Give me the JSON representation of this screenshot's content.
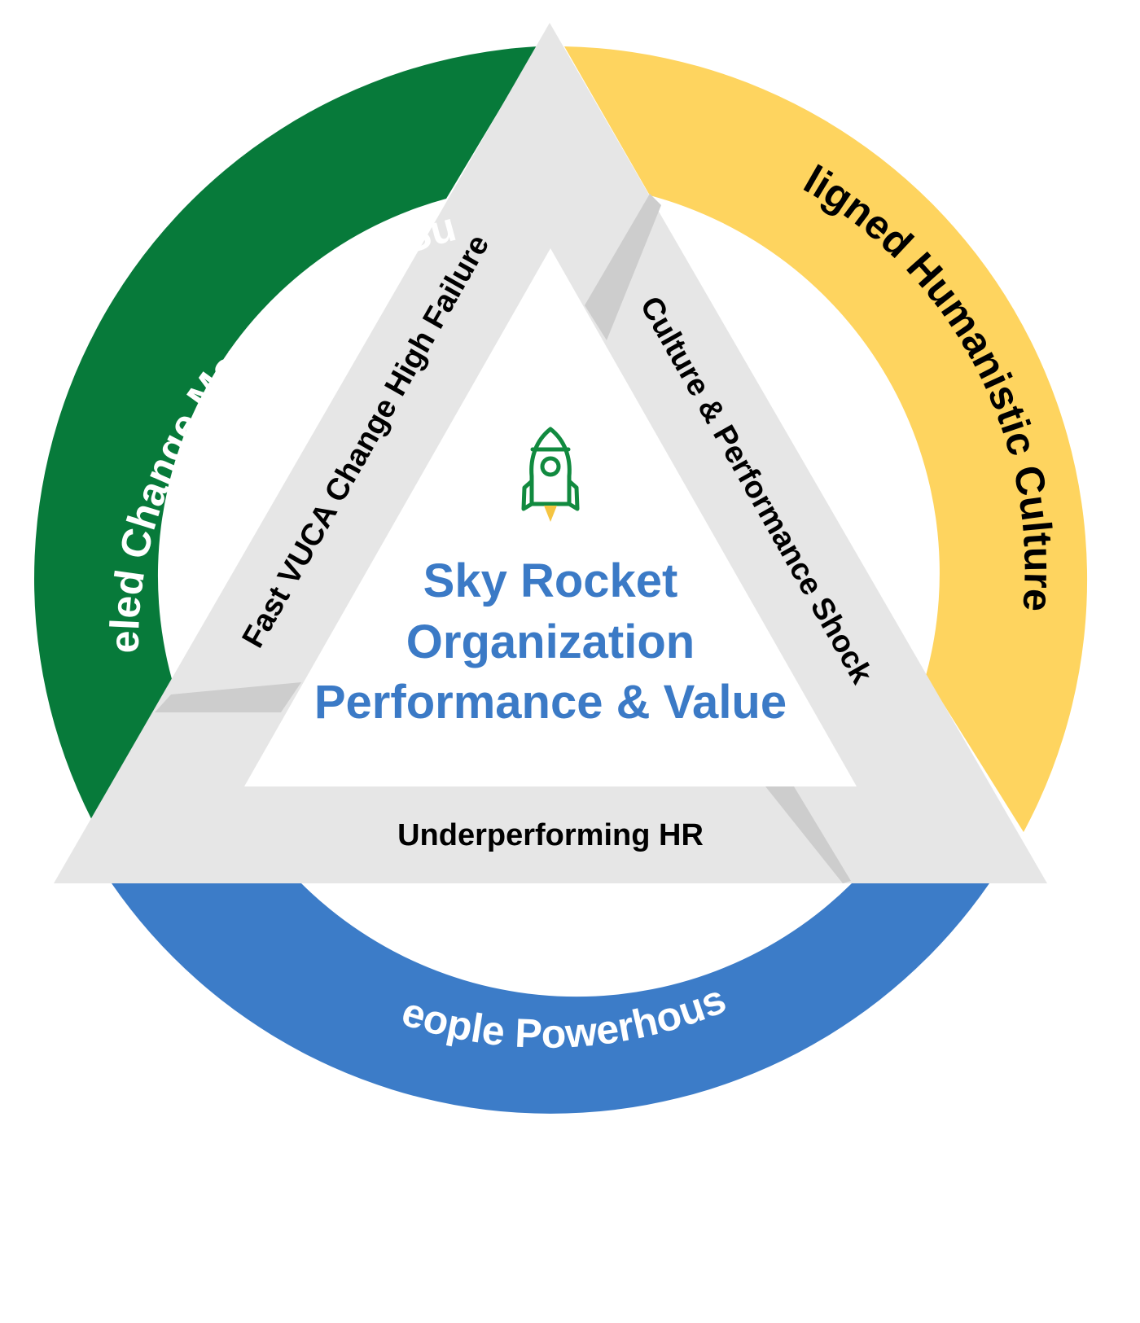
{
  "ring": {
    "green": {
      "label": "HR-Fueled Change Management Success",
      "color": "#077a3a",
      "text_color": "#ffffff"
    },
    "yellow": {
      "label": "Aligned Humanistic Cultures",
      "color": "#fed45f",
      "text_color": "#000000"
    },
    "blue": {
      "label": "People Powerhouse",
      "color": "#3c7cc8",
      "text_color": "#ffffff"
    }
  },
  "triangle": {
    "color": "#e6e6e6",
    "shadow_color": "#cdcdcd",
    "left_side": "Fast VUCA Change High Failure",
    "right_side": "Culture & Performance Shock",
    "bottom_side": "Underperforming HR"
  },
  "center": {
    "icon": "rocket-icon",
    "icon_color": "#118a3f",
    "icon_flame_color": "#f5c542",
    "lines": [
      "Sky Rocket",
      "Organization",
      "Performance & Value"
    ],
    "text_color": "#3b7ac6"
  }
}
